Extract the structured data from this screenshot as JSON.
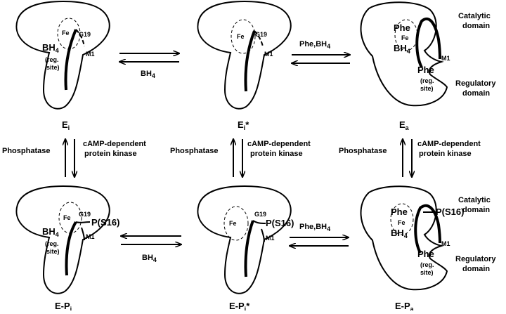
{
  "states": {
    "ei": {
      "main": "E",
      "sub": "i",
      "sup": ""
    },
    "eis": {
      "main": "E",
      "sub": "i",
      "sup": "*"
    },
    "ea": {
      "main": "E",
      "sub": "a",
      "sup": ""
    },
    "epi": {
      "main": "E-P",
      "sub": "i",
      "sup": ""
    },
    "epis": {
      "main": "E-P",
      "sub": "i",
      "sup": "*"
    },
    "epa": {
      "main": "E-P",
      "sub": "a",
      "sup": ""
    }
  },
  "labels": {
    "fe": "Fe",
    "g19": "G19",
    "m1": "M1",
    "bh": "BH",
    "bh_sub": "4",
    "reg_line1": "(reg.",
    "reg_line2": "site)",
    "phe": "Phe",
    "ps16": "P(S16)"
  },
  "arrows": {
    "bh4": {
      "main": "BH",
      "sub": "4"
    },
    "phe_bh4": {
      "main": "Phe,BH",
      "sub": "4"
    },
    "phosphatase": "Phosphatase",
    "kinase_line1": "cAMP-dependent",
    "kinase_line2": "protein kinase"
  },
  "domains": {
    "catalytic_line1": "Catalytic",
    "catalytic_line2": "domain",
    "regulatory_line1": "Regulatory",
    "regulatory_line2": "domain"
  }
}
